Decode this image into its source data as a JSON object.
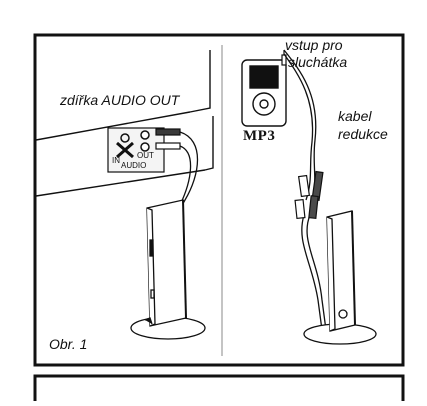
{
  "labels": {
    "audio_out_jack": "zdířka AUDIO OUT",
    "headphone_input_line1": "vstup pro",
    "headphone_input_line2": "sluchátka",
    "mp3": "MP3",
    "adapter_cable_line1": "kabel",
    "adapter_cable_line2": "redukce",
    "figure_number": "Obr. 1",
    "panel_in": "IN",
    "panel_out": "OUT",
    "panel_audio": "AUDIO"
  },
  "colors": {
    "line": "#111111",
    "background": "#ffffff",
    "plug_dark": "#3a3a3a",
    "cable_dark": "#4a4a4a"
  }
}
